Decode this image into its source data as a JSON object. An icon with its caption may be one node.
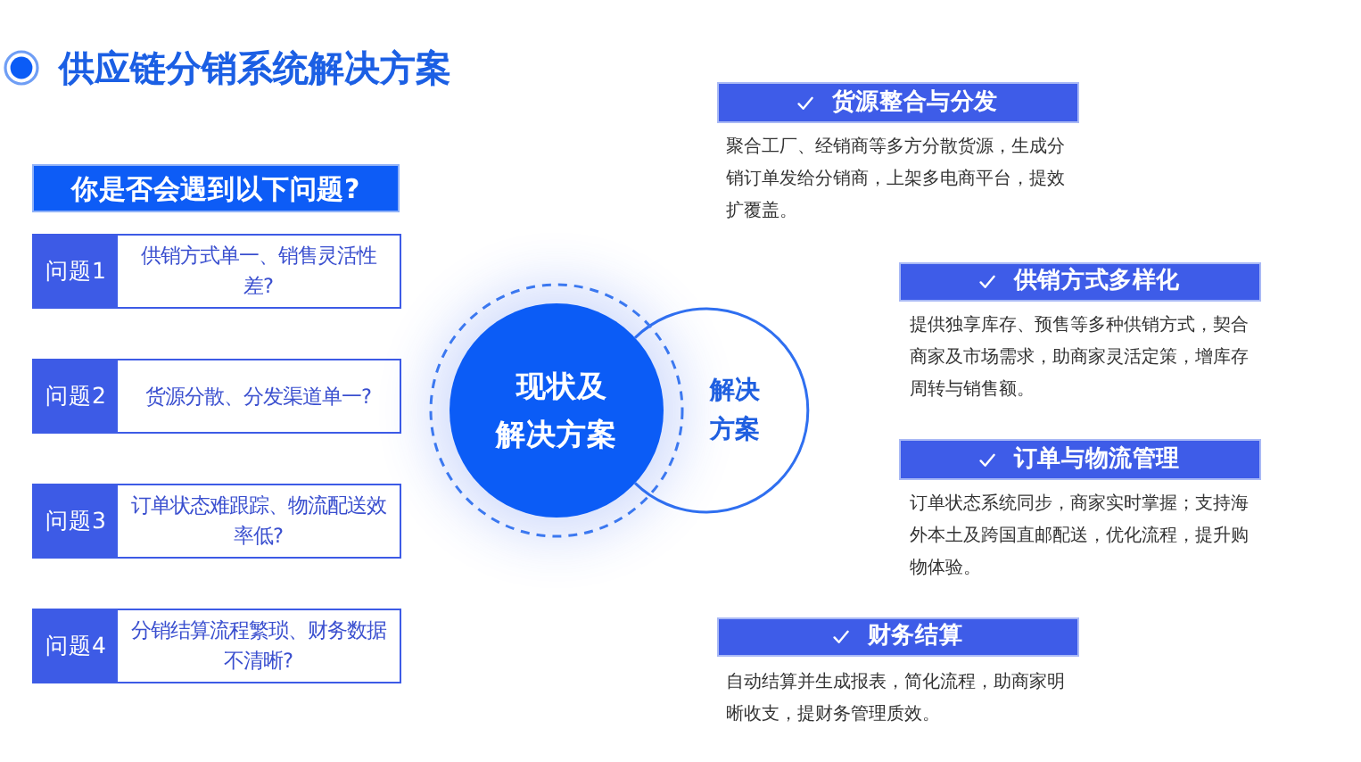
{
  "diagram": {
    "title": "供应链分销系统解决方案",
    "nodes": [
      {
        "text": [
          "你是否会遇到以下问题?"
        ]
      },
      {
        "text": [
          "问题1",
          "供销方式单一、销售灵活性差?"
        ]
      },
      {
        "text": [
          "问题2",
          "货源分散、分发渠道单一?"
        ]
      },
      {
        "text": [
          "问题3",
          "订单状态难跟踪、物流配送效率低?"
        ]
      },
      {
        "text": [
          "问题4",
          "分销结算流程繁琐、财务数据不清晰?"
        ]
      },
      {
        "text": [
          "现状及解决方案"
        ]
      },
      {
        "text": [
          "解决方案"
        ]
      },
      {
        "text": [
          "货源整合与分发"
        ],
        "beside": [
          "聚合工厂、经销商等多方分散货源，生成分销订单发给分销商，上架多电商平台，提效扩覆盖。"
        ]
      },
      {
        "text": [
          "供销方式多样化"
        ],
        "beside": [
          "提供独享库存、预售等多种供销方式，契合商家及市场需求，助商家灵活定策，增库存周转与销售额。"
        ]
      },
      {
        "text": [
          "订单与物流管理"
        ],
        "beside": [
          "订单状态系统同步，商家实时掌握；支持海外本土及跨国直邮配送，优化流程，提升购物体验。"
        ]
      },
      {
        "text": [
          "财务结算"
        ],
        "beside": [
          "自动结算并生成报表，简化流程，助商家明晰收支，提财务管理质效。"
        ]
      }
    ]
  }
}
